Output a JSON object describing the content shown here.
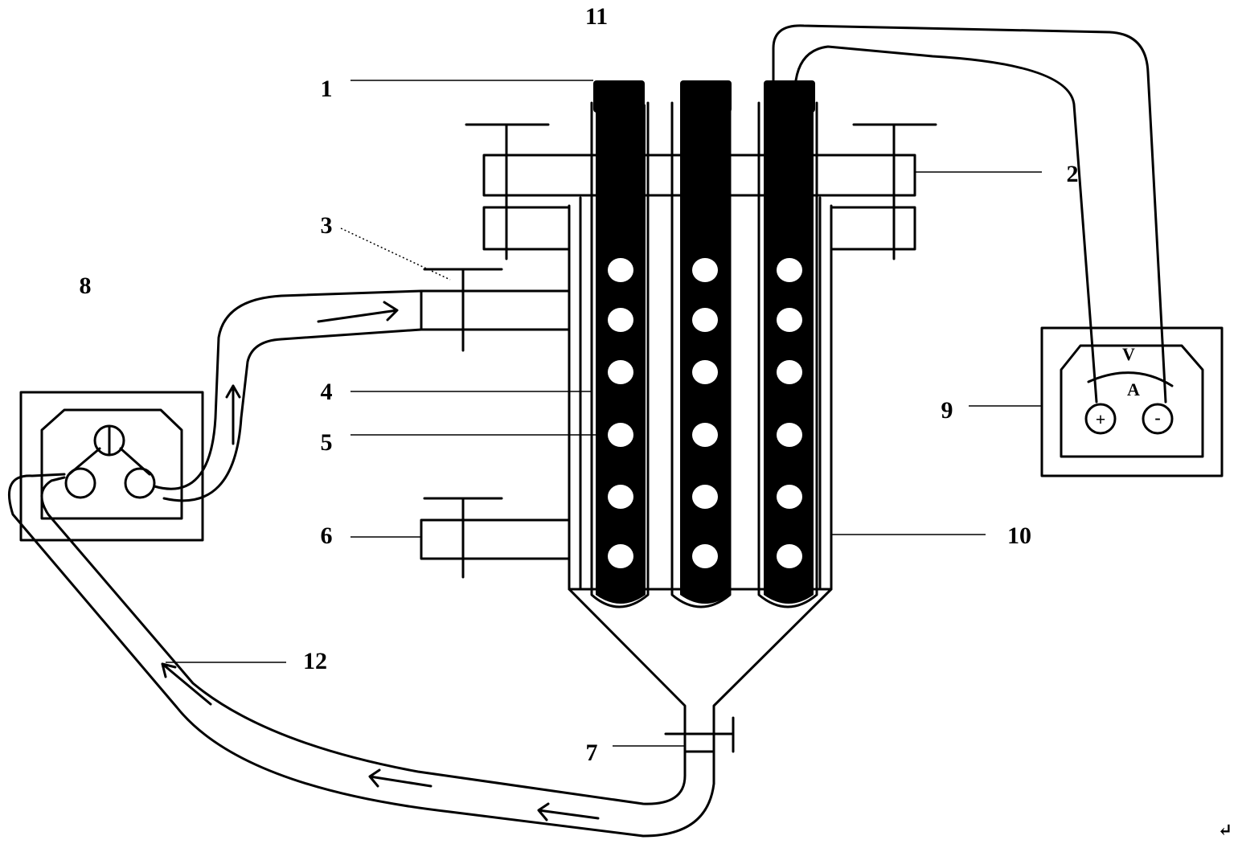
{
  "labels": {
    "l1": "1",
    "l2": "2",
    "l3": "3",
    "l4": "4",
    "l5": "5",
    "l6": "6",
    "l7": "7",
    "l8": "8",
    "l9": "9",
    "l10": "10",
    "l11": "11",
    "l12": "12"
  },
  "meter": {
    "v_label": "V",
    "a_label": "A",
    "plus": "+",
    "minus": "-"
  },
  "return_mark": "↵"
}
